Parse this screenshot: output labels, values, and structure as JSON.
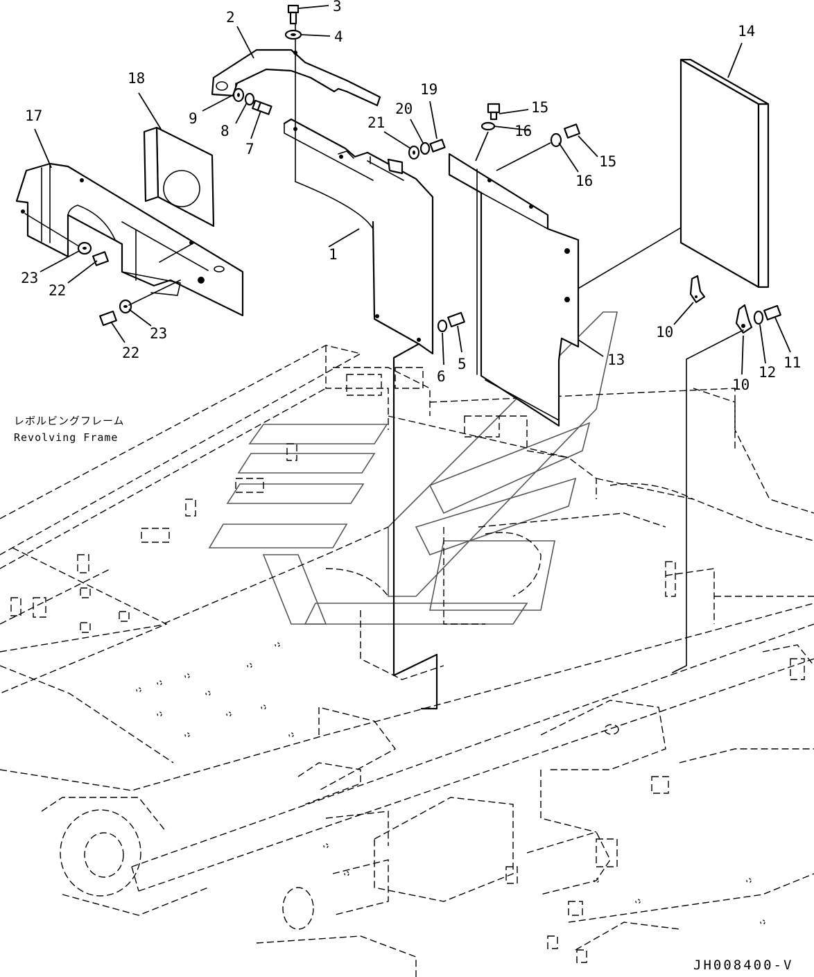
{
  "frame_caption": {
    "japanese": "レボルビングフレーム",
    "english": "Revolving Frame"
  },
  "drawing_code": "JH008400-V",
  "callouts": {
    "c1": "1",
    "c2": "2",
    "c3": "3",
    "c4": "4",
    "c5": "5",
    "c6": "6",
    "c7": "7",
    "c8": "8",
    "c9": "9",
    "c10a": "10",
    "c10b": "10",
    "c11": "11",
    "c12": "12",
    "c13": "13",
    "c14": "14",
    "c15a": "15",
    "c15b": "15",
    "c16a": "16",
    "c16b": "16",
    "c17": "17",
    "c18": "18",
    "c19": "19",
    "c20": "20",
    "c21": "21",
    "c22a": "22",
    "c22b": "22",
    "c23a": "23",
    "c23b": "23"
  }
}
